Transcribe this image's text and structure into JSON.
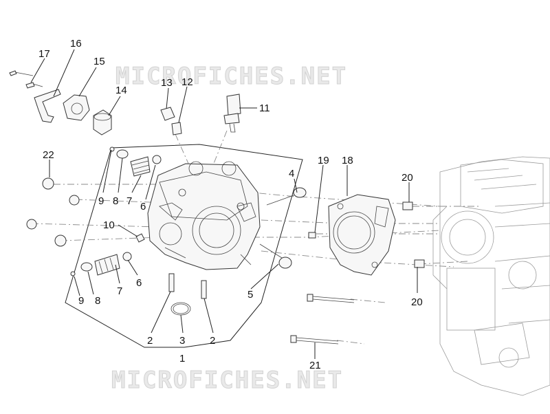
{
  "watermark": {
    "top": "MICROFICHES.NET",
    "bottom": "MICROFICHES.NET"
  },
  "callouts": {
    "c1": "1",
    "c2a": "2",
    "c2b": "2",
    "c3": "3",
    "c4": "4",
    "c5": "5",
    "c6a": "6",
    "c6b": "6",
    "c7a": "7",
    "c7b": "7",
    "c8a": "8",
    "c8b": "8",
    "c9a": "9",
    "c9b": "9",
    "c10": "10",
    "c11": "11",
    "c12": "12",
    "c13": "13",
    "c14": "14",
    "c15": "15",
    "c16": "16",
    "c17": "17",
    "c18": "18",
    "c19": "19",
    "c20a": "20",
    "c20b": "20",
    "c21": "21",
    "c22": "22"
  }
}
